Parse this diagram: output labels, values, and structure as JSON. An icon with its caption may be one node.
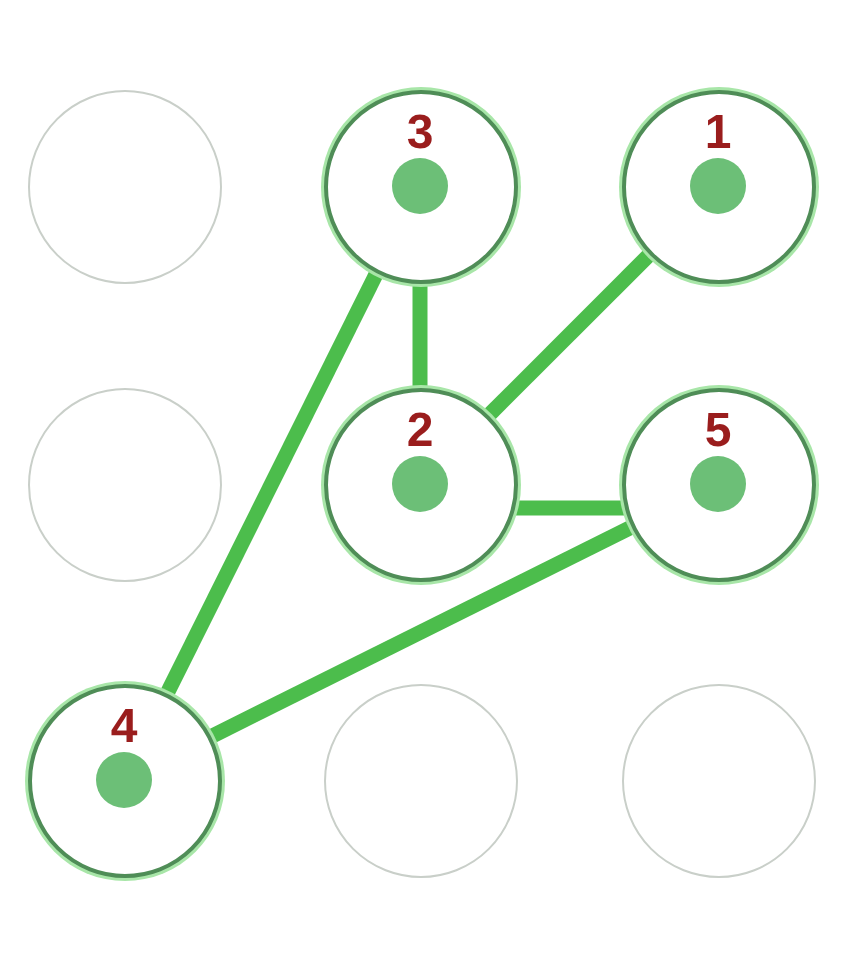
{
  "diagram": {
    "nodes": [
      {
        "text": [],
        "shape": "circle"
      },
      {
        "text": [
          "3"
        ]
      },
      {
        "text": [
          "1"
        ]
      },
      {
        "text": [],
        "shape": "circle"
      },
      {
        "text": [
          "2"
        ]
      },
      {
        "text": [
          "5"
        ]
      },
      {
        "text": [
          "4"
        ]
      },
      {
        "text": [],
        "shape": "circle"
      },
      {
        "text": [],
        "shape": "circle"
      }
    ],
    "edges": [
      {
        "from": 2,
        "to": 4,
        "arrow": "none"
      },
      {
        "from": 4,
        "to": 1,
        "arrow": "none"
      },
      {
        "from": 1,
        "to": 6,
        "arrow": "none"
      },
      {
        "from": 6,
        "to": 5,
        "arrow": "none"
      },
      {
        "from": 5,
        "to": 4,
        "arrow": "none"
      }
    ]
  }
}
